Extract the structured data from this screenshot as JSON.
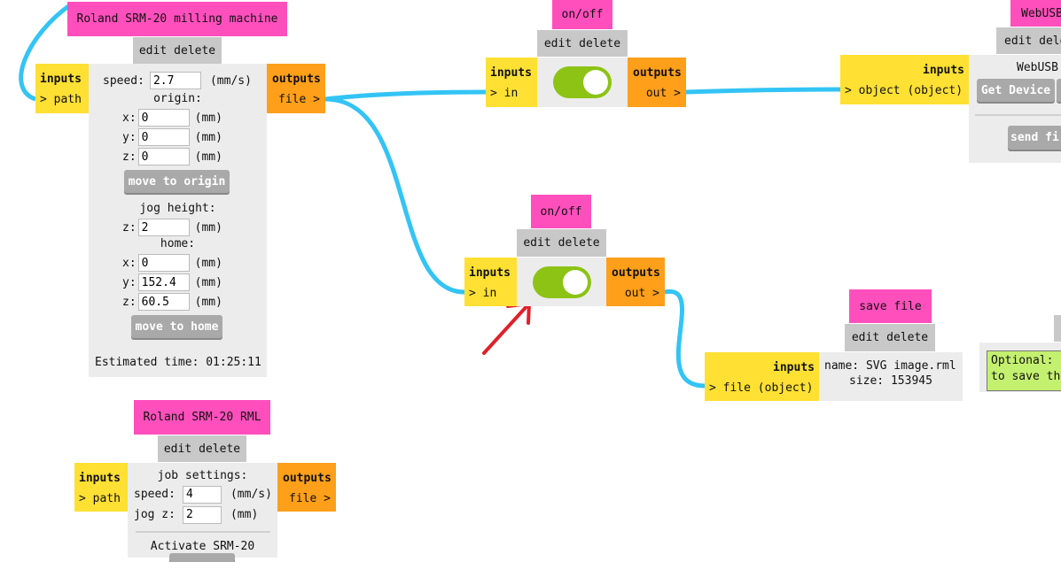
{
  "common": {
    "edit": "edit",
    "delete": "delete",
    "inputs": "inputs",
    "outputs": "outputs"
  },
  "milling": {
    "title": "Roland SRM-20 milling machine",
    "in_port": "> path",
    "out_port": "file >",
    "speed_label": "speed:",
    "speed_value": "2.7",
    "speed_unit": "(mm/s)",
    "origin_label": "origin:",
    "origin_x_label": "x:",
    "origin_x": "0",
    "origin_y_label": "y:",
    "origin_y": "0",
    "origin_z_label": "z:",
    "origin_z": "0",
    "unit_mm": "(mm)",
    "move_origin_label": "move to origin",
    "jog_label": "jog height:",
    "jog_z_label": "z:",
    "jog_z": "2",
    "home_label": "home:",
    "home_x_label": "x:",
    "home_x": "0",
    "home_y_label": "y:",
    "home_y": "152.4",
    "home_z_label": "z:",
    "home_z": "60.5",
    "move_home_label": "move to home",
    "estimated": "Estimated time: 01:25:11"
  },
  "onoff_top": {
    "title": "on/off",
    "in_port": "> in",
    "out_port": "out >",
    "state": "on"
  },
  "onoff_mid": {
    "title": "on/off",
    "in_port": "> in",
    "out_port": "out >",
    "state": "on"
  },
  "webusb": {
    "title": "WebUSB",
    "edit_partial": "edit dele",
    "in_port": "> object (object)",
    "body_label": "WebUSB",
    "get_device": "Get Device",
    "send_file": "send fi"
  },
  "save_file": {
    "title": "save file",
    "in_port": "> file (object)",
    "name_line": "name: SVG image.rml",
    "size_line": "size: 153945"
  },
  "note": {
    "line1": "Optional: ",
    "line2": "to save th"
  },
  "rml": {
    "title": "Roland SRM-20 RML",
    "in_port": "> path",
    "out_port": "file >",
    "job_settings": "job settings:",
    "speed_label": "speed:",
    "speed_value": "4",
    "speed_unit": "(mm/s)",
    "jog_label": "jog z:",
    "jog_value": "2",
    "jog_unit": "(mm)",
    "activate": "Activate SRM-20"
  },
  "colors": {
    "title": "#ff4fbd",
    "inputs": "#ffe033",
    "outputs": "#ff9f1a",
    "edit_bar": "#c8c8c8",
    "panel": "#ececec",
    "toggle": "#8cc314",
    "wire": "#33c4f5",
    "arrow": "#e0202a",
    "note": "#c4f070"
  }
}
